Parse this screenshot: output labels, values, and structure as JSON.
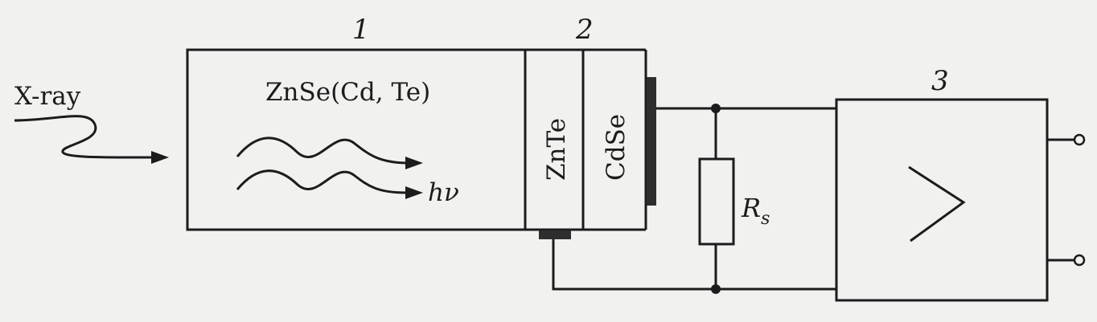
{
  "labels": {
    "scintillator_number": "1",
    "junction_number": "2",
    "amplifier_number": "3",
    "input": "X-ray",
    "scintillator_material": "ZnSe(Cd, Te)",
    "photon": "hν",
    "layer_znte": "ZnTe",
    "layer_cdse": "CdSe",
    "resistor_symbol": "R",
    "resistor_subscript": "s"
  },
  "colors": {
    "ink": "#1c1c1c",
    "background": "#f1f1ef",
    "contact": "#2e2e2e"
  },
  "icons": {
    "amplifier": "triangle-amplifier-icon",
    "terminal": "open-circle-terminal-icon"
  }
}
